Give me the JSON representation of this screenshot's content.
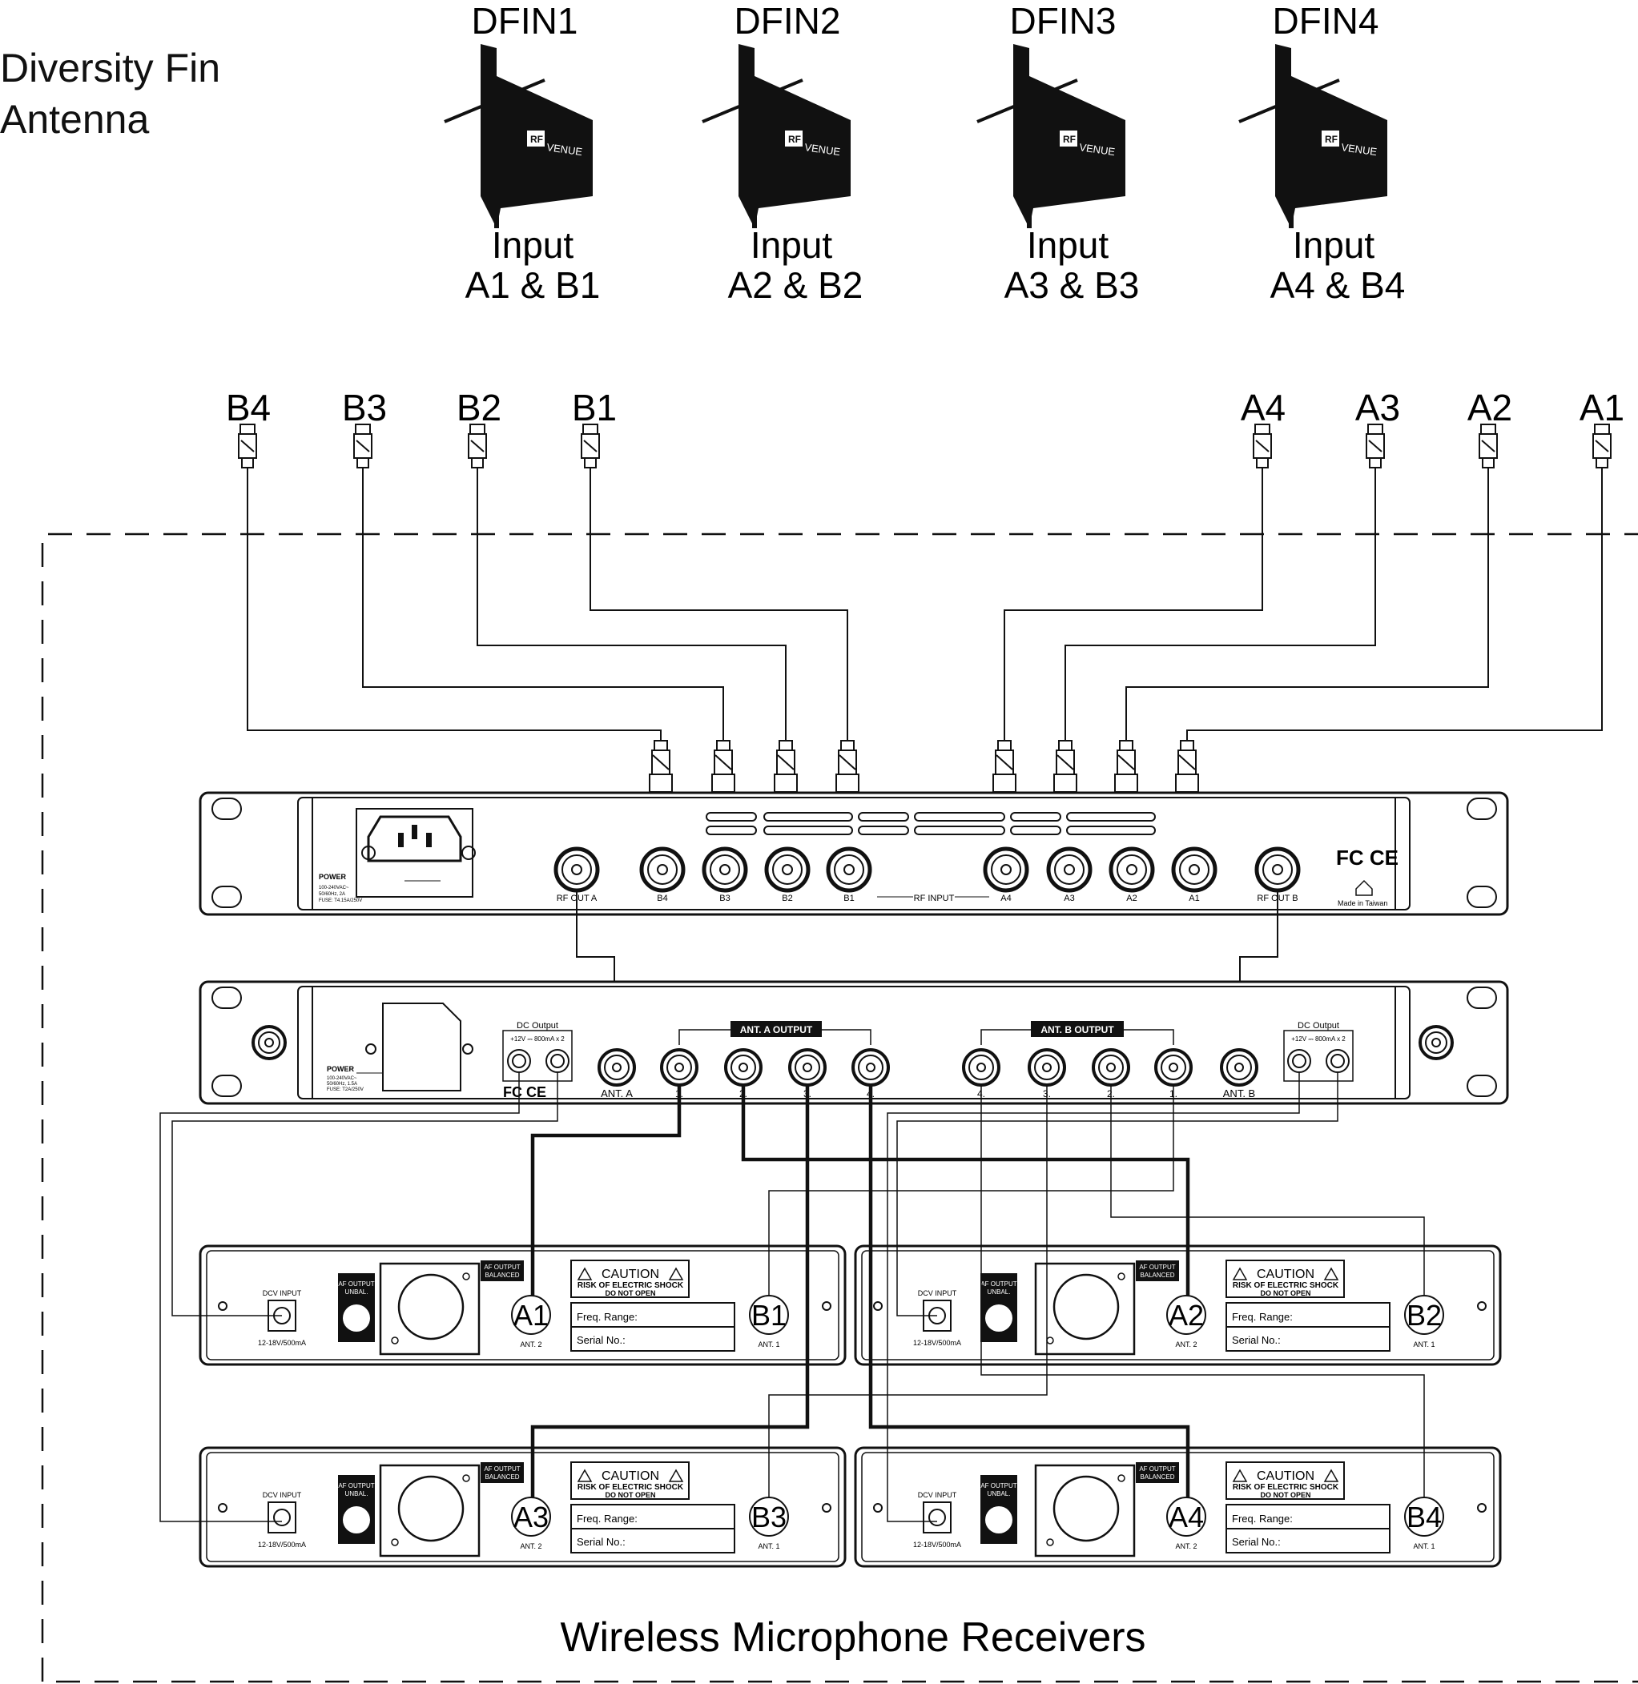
{
  "heading": {
    "line1": "Diversity Fin",
    "line2": "Antenna"
  },
  "antennas": [
    {
      "name": "DFIN1",
      "input_line1": "Input",
      "input_line2": "A1 & B1",
      "brand": "RF VENUE"
    },
    {
      "name": "DFIN2",
      "input_line1": "Input",
      "input_line2": "A2 & B2",
      "brand": "RF VENUE"
    },
    {
      "name": "DFIN3",
      "input_line1": "Input",
      "input_line2": "A3 & B3",
      "brand": "RF VENUE"
    },
    {
      "name": "DFIN4",
      "input_line1": "Input",
      "input_line2": "A4 & B4",
      "brand": "RF VENUE"
    }
  ],
  "cable_labels": [
    "B4",
    "B3",
    "B2",
    "B1",
    "A4",
    "A3",
    "A2",
    "A1"
  ],
  "combiner": {
    "power_label": "POWER",
    "power_spec1": "100-240VAC~",
    "power_spec2": "50/60Hz, 2A",
    "power_spec3": "FUSE: T4.15A/250V",
    "rf_out_a": "RF OUT A",
    "rf_out_b": "RF OUT B",
    "rf_input": "RF INPUT",
    "port_labels": [
      "B4",
      "B3",
      "B2",
      "B1",
      "A4",
      "A3",
      "A2",
      "A1"
    ],
    "marks": "FC CE",
    "made_in": "Made in Taiwan"
  },
  "distributor": {
    "power_label": "POWER",
    "power_spec1": "100-240VAC~",
    "power_spec2": "50/60Hz, 1.5A",
    "power_spec3": "FUSE: T2A/250V",
    "dc_output": "DC Output",
    "dc_spec": "+12V ⎓ 800mA x 2",
    "ant_a": "ANT. A",
    "ant_b": "ANT. B",
    "ant_a_output": "ANT. A OUTPUT",
    "ant_b_output": "ANT. B OUTPUT",
    "a_port_numbers": [
      "1.",
      "2.",
      "3.",
      "4."
    ],
    "b_port_numbers": [
      "4.",
      "3.",
      "2.",
      "1."
    ],
    "marks": "FC CE"
  },
  "receivers": [
    {
      "ant2": "A1",
      "ant1": "B1"
    },
    {
      "ant2": "A2",
      "ant1": "B2"
    },
    {
      "ant2": "A3",
      "ant1": "B3"
    },
    {
      "ant2": "A4",
      "ant1": "B4"
    }
  ],
  "receiver_text": {
    "dcv_input": "DCV INPUT",
    "dcv_spec": "12-18V/500mA",
    "af_unbal_1": "AF OUTPUT",
    "af_unbal_2": "UNBAL.",
    "af_bal_1": "AF OUTPUT",
    "af_bal_2": "BALANCED",
    "caution": "CAUTION",
    "risk1": "RISK OF ELECTRIC SHOCK",
    "risk2": "DO NOT OPEN",
    "freq_range": "Freq. Range:",
    "serial_no": "Serial No.:",
    "ant2_label": "ANT. 2",
    "ant1_label": "ANT. 1"
  },
  "footer": "Wireless Microphone Receivers"
}
